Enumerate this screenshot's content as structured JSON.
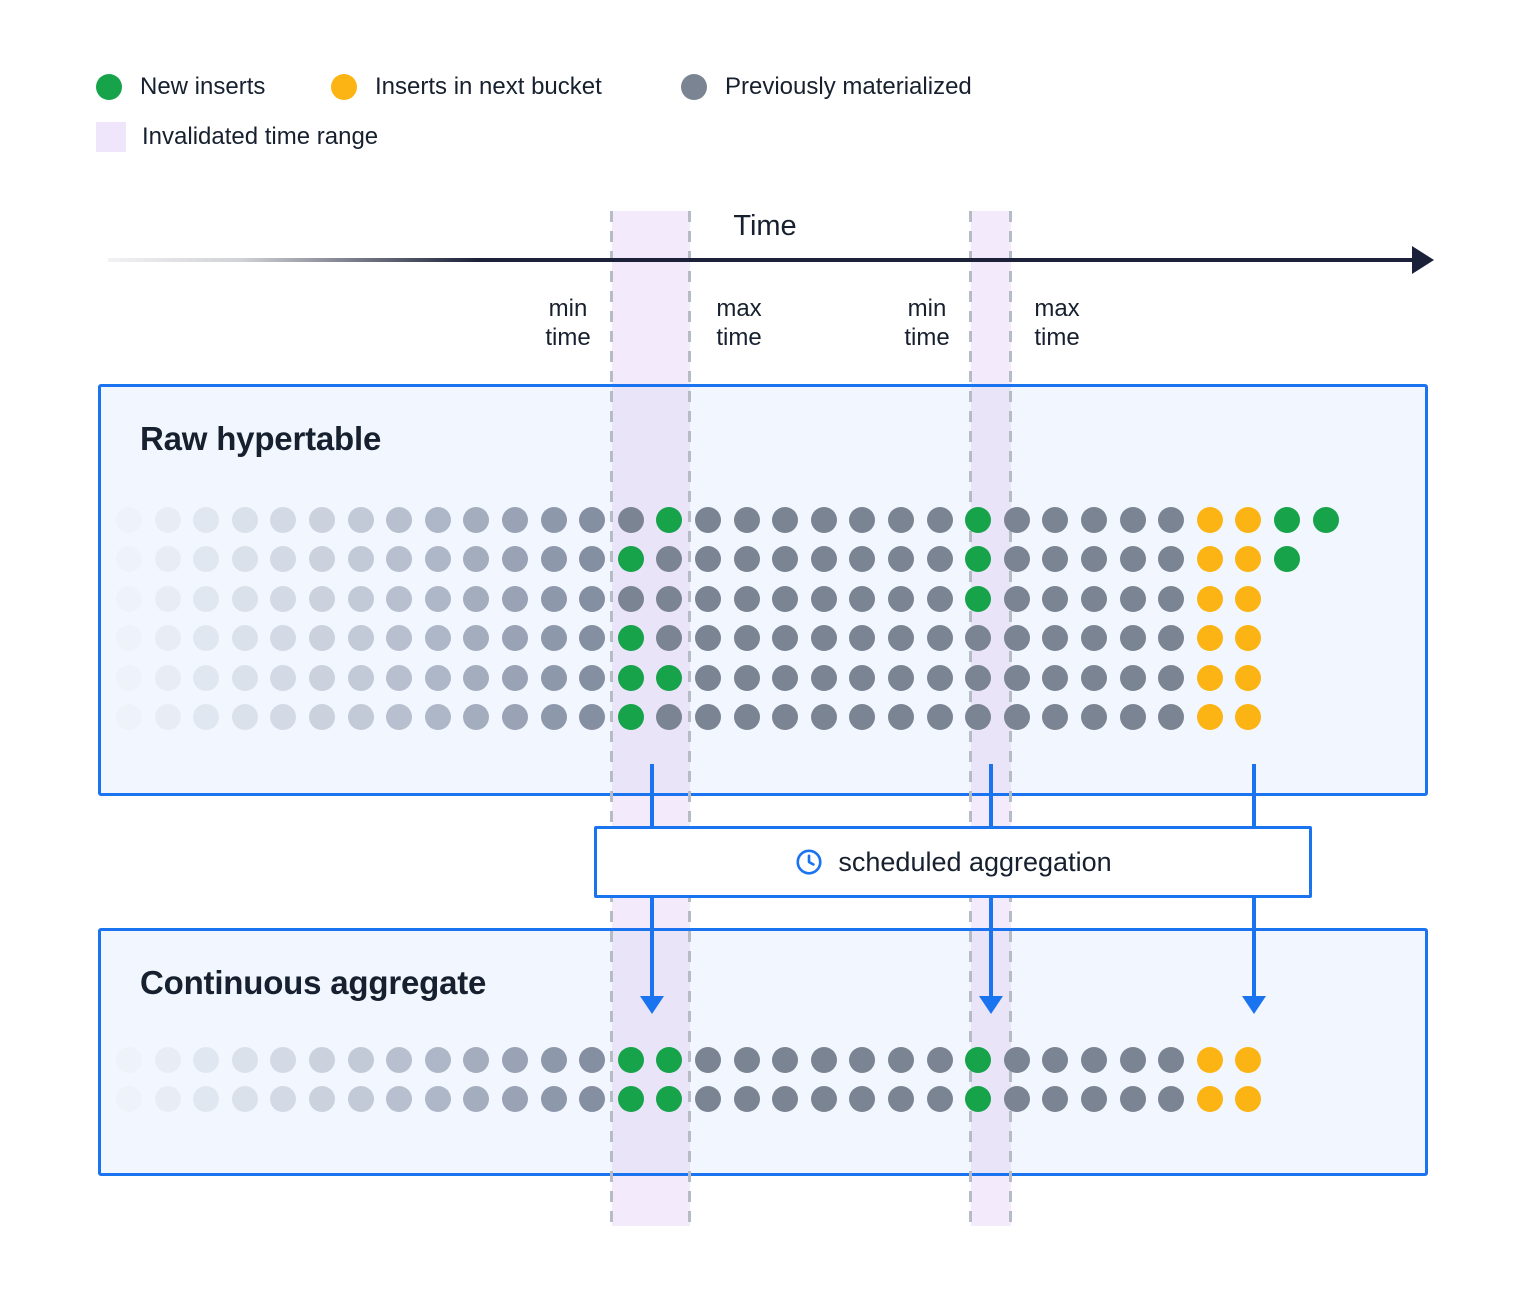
{
  "legend": {
    "items": [
      {
        "label": "New inserts",
        "marker": "dot",
        "color": "#16a34a",
        "name": "legend-new-inserts"
      },
      {
        "label": "Inserts in next bucket",
        "marker": "dot",
        "color": "#fcb415",
        "name": "legend-inserts-next-bucket"
      },
      {
        "label": "Previously materialized",
        "marker": "dot",
        "color": "#7b8493",
        "name": "legend-previously-materialized"
      },
      {
        "label": "Invalidated time range",
        "marker": "swatch",
        "color": "#f0e6fb",
        "name": "legend-invalidated-time-range"
      }
    ]
  },
  "axis": {
    "title": "Time",
    "edge_labels": [
      "min\ntime",
      "max\ntime",
      "min\ntime",
      "max\ntime"
    ],
    "min_time_label": "min",
    "max_time_label": "max",
    "time_word": "time"
  },
  "panels": {
    "raw": {
      "title": "Raw hypertable"
    },
    "cagg": {
      "title": "Continuous aggregate"
    }
  },
  "process": {
    "label": "scheduled aggregation",
    "icon": "clock-icon",
    "accent": "#1a73ef"
  },
  "colors": {
    "green": "#16a34a",
    "orange": "#fcb415",
    "gray": "#7b8493",
    "accent_blue": "#1a73ef",
    "panel_fill": "#f2f6fe",
    "band_fill": "#f3eafb",
    "axis_ink": "#1b2138"
  },
  "chart_data": {
    "type": "scatter",
    "title": "Continuous aggregate refresh over invalidated time ranges",
    "legend_position": "top-left",
    "grid": false,
    "xlabel": "Time",
    "ylabel": "",
    "column_count": 31,
    "bands": [
      {
        "name": "invalidated-range-1",
        "start_col": 14,
        "end_col": 15,
        "left_label": "min time",
        "right_label": "max time"
      },
      {
        "name": "invalidated-range-2",
        "start_col": 23,
        "end_col": 23,
        "left_label": "min time",
        "right_label": "max time"
      }
    ],
    "series": [
      {
        "name": "Raw hypertable",
        "rows": [
          [
            "f1",
            "f2",
            "f3",
            "f4",
            "f5",
            "f6",
            "f7",
            "f8",
            "f9",
            "f10",
            "f11",
            "f12",
            "f13",
            "gray",
            "green",
            "gray",
            "gray",
            "gray",
            "gray",
            "gray",
            "gray",
            "gray",
            "green",
            "gray",
            "gray",
            "gray",
            "gray",
            "gray",
            "orange",
            "orange",
            "green",
            "green"
          ],
          [
            "f1",
            "f2",
            "f3",
            "f4",
            "f5",
            "f6",
            "f7",
            "f8",
            "f9",
            "f10",
            "f11",
            "f12",
            "f13",
            "green",
            "gray",
            "gray",
            "gray",
            "gray",
            "gray",
            "gray",
            "gray",
            "gray",
            "green",
            "gray",
            "gray",
            "gray",
            "gray",
            "gray",
            "orange",
            "orange",
            "green"
          ],
          [
            "f1",
            "f2",
            "f3",
            "f4",
            "f5",
            "f6",
            "f7",
            "f8",
            "f9",
            "f10",
            "f11",
            "f12",
            "f13",
            "gray",
            "gray",
            "gray",
            "gray",
            "gray",
            "gray",
            "gray",
            "gray",
            "gray",
            "green",
            "gray",
            "gray",
            "gray",
            "gray",
            "gray",
            "orange",
            "orange"
          ],
          [
            "f1",
            "f2",
            "f3",
            "f4",
            "f5",
            "f6",
            "f7",
            "f8",
            "f9",
            "f10",
            "f11",
            "f12",
            "f13",
            "green",
            "gray",
            "gray",
            "gray",
            "gray",
            "gray",
            "gray",
            "gray",
            "gray",
            "gray",
            "gray",
            "gray",
            "gray",
            "gray",
            "gray",
            "orange",
            "orange"
          ],
          [
            "f1",
            "f2",
            "f3",
            "f4",
            "f5",
            "f6",
            "f7",
            "f8",
            "f9",
            "f10",
            "f11",
            "f12",
            "f13",
            "green",
            "green",
            "gray",
            "gray",
            "gray",
            "gray",
            "gray",
            "gray",
            "gray",
            "gray",
            "gray",
            "gray",
            "gray",
            "gray",
            "gray",
            "orange",
            "orange"
          ],
          [
            "f1",
            "f2",
            "f3",
            "f4",
            "f5",
            "f6",
            "f7",
            "f8",
            "f9",
            "f10",
            "f11",
            "f12",
            "f13",
            "green",
            "gray",
            "gray",
            "gray",
            "gray",
            "gray",
            "gray",
            "gray",
            "gray",
            "gray",
            "gray",
            "gray",
            "gray",
            "gray",
            "gray",
            "orange",
            "orange"
          ]
        ]
      },
      {
        "name": "Continuous aggregate",
        "rows": [
          [
            "f1",
            "f2",
            "f3",
            "f4",
            "f5",
            "f6",
            "f7",
            "f8",
            "f9",
            "f10",
            "f11",
            "f12",
            "f13",
            "green",
            "green",
            "gray",
            "gray",
            "gray",
            "gray",
            "gray",
            "gray",
            "gray",
            "green",
            "gray",
            "gray",
            "gray",
            "gray",
            "gray",
            "orange",
            "orange"
          ],
          [
            "f1",
            "f2",
            "f3",
            "f4",
            "f5",
            "f6",
            "f7",
            "f8",
            "f9",
            "f10",
            "f11",
            "f12",
            "f13",
            "green",
            "green",
            "gray",
            "gray",
            "gray",
            "gray",
            "gray",
            "gray",
            "gray",
            "green",
            "gray",
            "gray",
            "gray",
            "gray",
            "gray",
            "orange",
            "orange"
          ]
        ]
      }
    ],
    "fade_palette": {
      "f1": "#eef2f9",
      "f2": "#e8edf5",
      "f3": "#e1e7f0",
      "f4": "#dbe1eb",
      "f5": "#d3dae5",
      "f6": "#cbd2de",
      "f7": "#c2cad7",
      "f8": "#b8c0cf",
      "f9": "#aeb7c7",
      "f10": "#a4adbe",
      "f11": "#99a3b5",
      "f12": "#8e98ab",
      "f13": "#858fa2"
    }
  }
}
